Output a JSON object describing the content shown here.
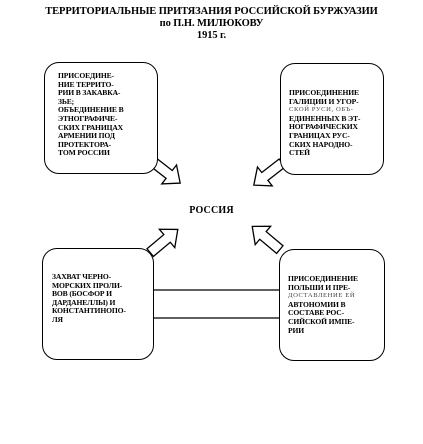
{
  "title": {
    "line1": "ТЕРРИТОРИАЛЬНЫЕ ПРИТЯЗАНИЯ РОССИЙСКОЙ БУРЖУАЗИИ",
    "line2": "по П.Н. МИЛЮКОВУ",
    "line3": "1915 г."
  },
  "center_label": "РОССИЯ",
  "boxes": {
    "top_left": {
      "lines": [
        "ПРИСОЕДИНЕ-",
        "НИЕ ТЕРРИТО-",
        "РИИ В ЗАКАВКА-",
        "ЗЬЕ;",
        "ОБЪЕДИНЕНИЕ В",
        "ЭТНОГРАФИЧЕ-",
        "СКИХ ГРАНИЦАХ",
        "АРМЕНИИ ПОД",
        "ПРОТЕКТОРА-",
        "ТОМ РОССИИ"
      ]
    },
    "top_right": {
      "lines": [
        "ПРИСОЕДИНЕНИЕ",
        "ГАЛИЦИИ И УГОР-",
        "СКОЙ РУСИ, ОБЪ-",
        "ЕДИНЕННЫХ В ЭТ-",
        "НОГРАФИЧЕСКИХ",
        "ГРАНИЦАХ РУС-",
        "СКИХ НАРОДНО-",
        "СТЕЙ"
      ]
    },
    "bottom_left": {
      "lines": [
        "ЗАХВАТ ЧЕРНО-",
        "МОРСКИХ ПРОЛИ-",
        "ВОВ (БОСФОР И",
        "ДАРДАНЕЛЛЫ) И",
        "КОНСТАНТИНОПО-",
        "ЛЯ"
      ]
    },
    "bottom_right": {
      "lines": [
        "ПРИСОЕДИНЕНИЕ",
        "ПОЛЬШИ И ПРЕ-",
        "ДОСТАВЛЕНИЕ ЕЙ",
        "АВТОНОМИИ В",
        "СОСТАВЕ РОС-",
        "СИЙСКОЙ ИМПЕ-",
        "РИИ"
      ]
    }
  }
}
